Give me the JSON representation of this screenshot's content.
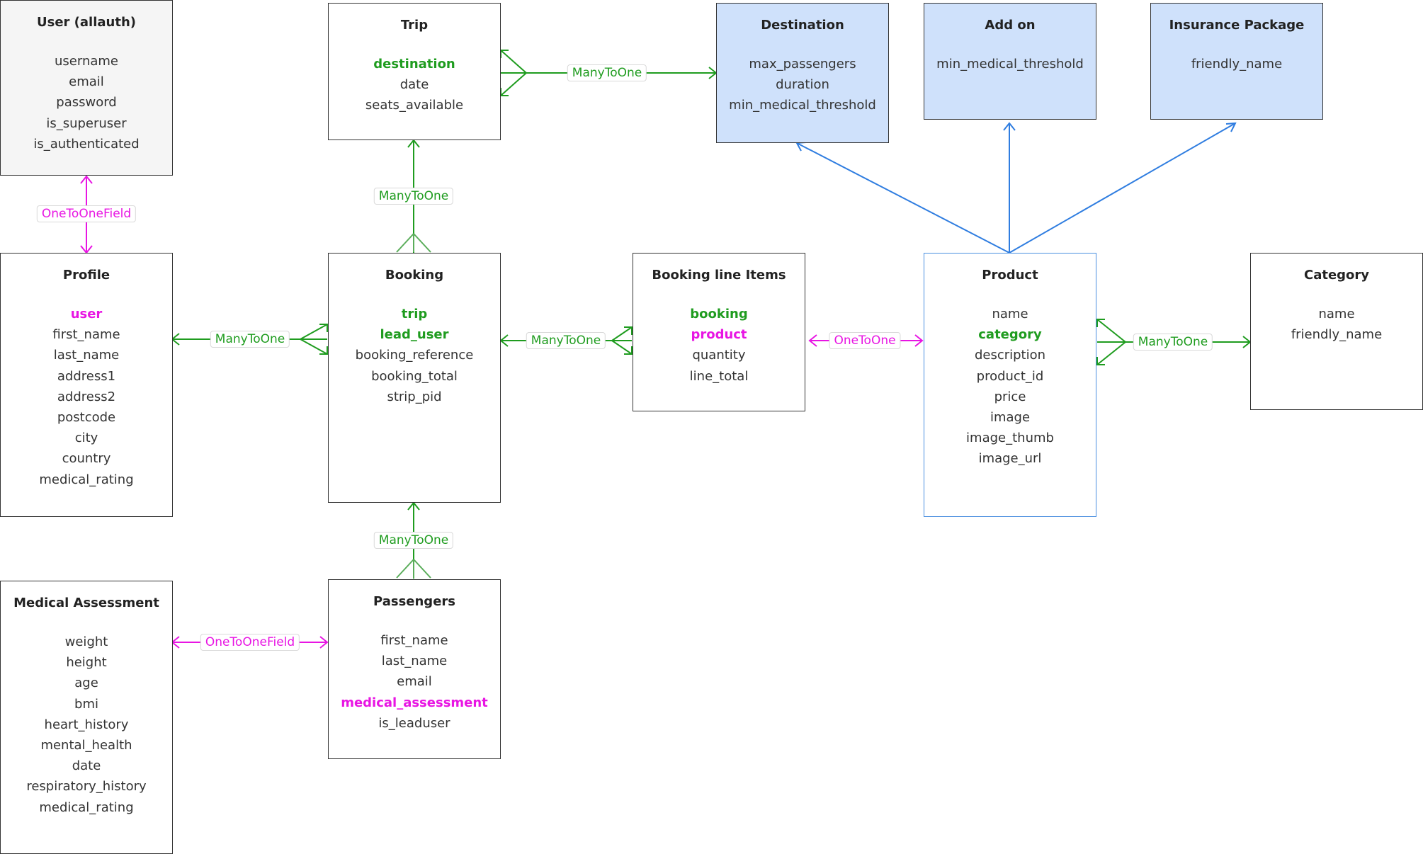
{
  "colors": {
    "many_to_one": "#1f9c1f",
    "one_to_one": "#e815e3",
    "product_link": "#2f7de0"
  },
  "entities": {
    "user": {
      "title": "User (allauth)",
      "fields": [
        "username",
        "email",
        "password",
        "is_superuser",
        "is_authenticated"
      ],
      "kinds": [
        "plain",
        "plain",
        "plain",
        "plain",
        "plain"
      ]
    },
    "trip": {
      "title": "Trip",
      "fields": [
        "destination",
        "date",
        "seats_available"
      ],
      "kinds": [
        "fk",
        "plain",
        "plain"
      ]
    },
    "destination": {
      "title": "Destination",
      "fields": [
        "max_passengers",
        "duration",
        "min_medical_threshold"
      ],
      "kinds": [
        "plain",
        "plain",
        "plain"
      ]
    },
    "addon": {
      "title": "Add on",
      "fields": [
        "min_medical_threshold"
      ],
      "kinds": [
        "plain"
      ]
    },
    "insurance": {
      "title": "Insurance Package",
      "fields": [
        "friendly_name"
      ],
      "kinds": [
        "plain"
      ]
    },
    "profile": {
      "title": "Profile",
      "fields": [
        "user",
        "first_name",
        "last_name",
        "address1",
        "address2",
        "postcode",
        "city",
        "country",
        "medical_rating"
      ],
      "kinds": [
        "o2o",
        "plain",
        "plain",
        "plain",
        "plain",
        "plain",
        "plain",
        "plain",
        "plain"
      ]
    },
    "booking": {
      "title": "Booking",
      "fields": [
        "trip",
        "lead_user",
        "booking_reference",
        "booking_total",
        "strip_pid"
      ],
      "kinds": [
        "fk",
        "fk",
        "plain",
        "plain",
        "plain"
      ]
    },
    "lineitems": {
      "title": "Booking line Items",
      "fields": [
        "booking",
        "product",
        "quantity",
        "line_total"
      ],
      "kinds": [
        "fk",
        "o2o",
        "plain",
        "plain"
      ]
    },
    "product": {
      "title": "Product",
      "fields": [
        "name",
        "category",
        "description",
        "product_id",
        "price",
        "image",
        "image_thumb",
        "image_url"
      ],
      "kinds": [
        "plain",
        "fk",
        "plain",
        "plain",
        "plain",
        "plain",
        "plain",
        "plain"
      ]
    },
    "category": {
      "title": "Category",
      "fields": [
        "name",
        "friendly_name"
      ],
      "kinds": [
        "plain",
        "plain"
      ]
    },
    "medical": {
      "title": "Medical Assessment",
      "fields": [
        "weight",
        "height",
        "age",
        "bmi",
        "heart_history",
        "mental_health",
        "date",
        "respiratory_history",
        "medical_rating"
      ],
      "kinds": [
        "plain",
        "plain",
        "plain",
        "plain",
        "plain",
        "plain",
        "plain",
        "plain",
        "plain"
      ]
    },
    "passengers": {
      "title": "Passengers",
      "fields": [
        "first_name",
        "last_name",
        "email",
        "medical_assessment",
        "is_leaduser"
      ],
      "kinds": [
        "plain",
        "plain",
        "plain",
        "o2o",
        "plain"
      ]
    }
  },
  "relations": {
    "trip_destination": "ManyToOne",
    "user_profile": "OneToOneField",
    "booking_trip": "ManyToOne",
    "profile_booking": "ManyToOne",
    "booking_lineitems": "ManyToOne",
    "lineitems_product": "OneToOne",
    "product_category": "ManyToOne",
    "booking_passengers": "ManyToOne",
    "medical_passengers": "OneToOneField"
  }
}
